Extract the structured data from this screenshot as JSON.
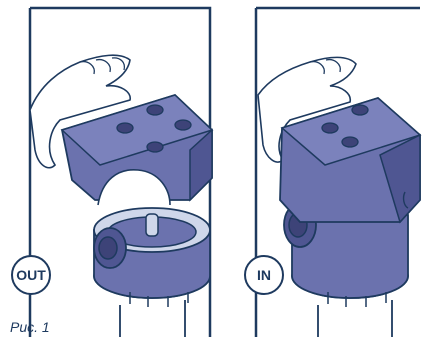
{
  "figure": {
    "caption": "Рис. 1",
    "labels": {
      "left": "OUT",
      "right": "IN"
    },
    "colors": {
      "outline": "#1e3a5f",
      "body": "#6b72ae",
      "body_dark": "#4f5692",
      "body_shadow": "#3d4378",
      "housing_light": "#cfd7ea",
      "background": "#ffffff"
    }
  }
}
